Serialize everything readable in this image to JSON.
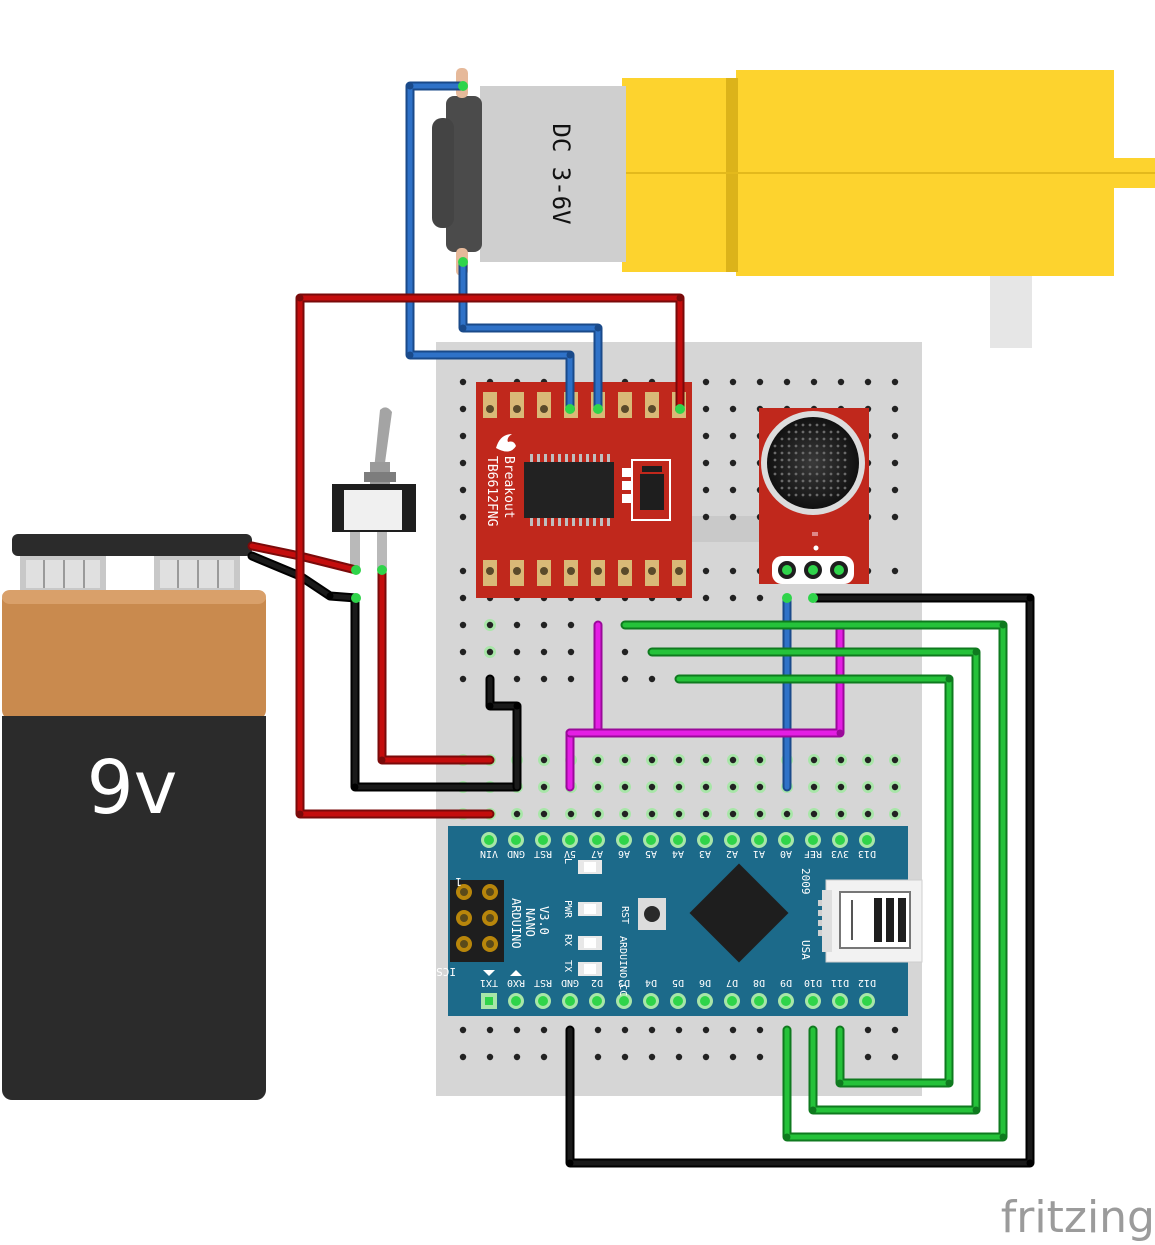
{
  "app": {
    "watermark": "fritzing"
  },
  "battery": {
    "label": "9v",
    "colors": {
      "top": "#c98a4e",
      "body": "#2b2b2b"
    }
  },
  "motor": {
    "label": "DC 3-6V",
    "colors": {
      "gearbox": "#fdd32e",
      "can": "#cfcfcf"
    }
  },
  "driver": {
    "name_line1": "TB6612FNG",
    "name_line2": "Breakout",
    "color": "#c0281c"
  },
  "microphone": {
    "color": "#c0281c"
  },
  "arduino": {
    "brand": "ARDUINO",
    "model": "NANO",
    "version": "V3.0",
    "site": "ARDUINO.CC",
    "year": "2009",
    "country": "USA",
    "icsp": "ICSP",
    "icsp_pin": "1",
    "rst_button": "RST",
    "leds": [
      "L",
      "PWR",
      "RX",
      "TX"
    ],
    "top_pins": [
      "VIN",
      "GND",
      "RST",
      "5V",
      "A7",
      "A6",
      "A5",
      "A4",
      "A3",
      "A2",
      "A1",
      "A0",
      "REF",
      "3V3",
      "D13"
    ],
    "bottom_pins": [
      "TX1",
      "RX0",
      "RST",
      "GND",
      "D2",
      "D3",
      "D4",
      "D5",
      "D6",
      "D7",
      "D8",
      "D9",
      "D10",
      "D11",
      "D12"
    ],
    "color": "#1c6a8a"
  },
  "wire_colors": {
    "red": "#c40d0d",
    "black": "#1a1a1a",
    "blue": "#2f72c8",
    "green": "#25c23a",
    "magenta": "#e41ee4"
  }
}
